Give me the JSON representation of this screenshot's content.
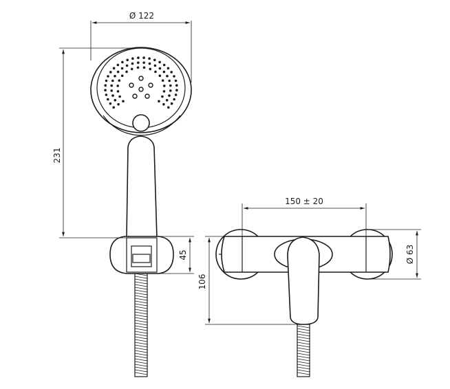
{
  "dimensions": {
    "head_diameter": "Ø 122",
    "handshower_length": "231",
    "holder_height": "45",
    "bar_height": "106",
    "connection_spacing": "150 ± 20",
    "cover_diameter": "Ø 63"
  },
  "colors": {
    "line": "#1a1a1a",
    "background": "#ffffff"
  }
}
